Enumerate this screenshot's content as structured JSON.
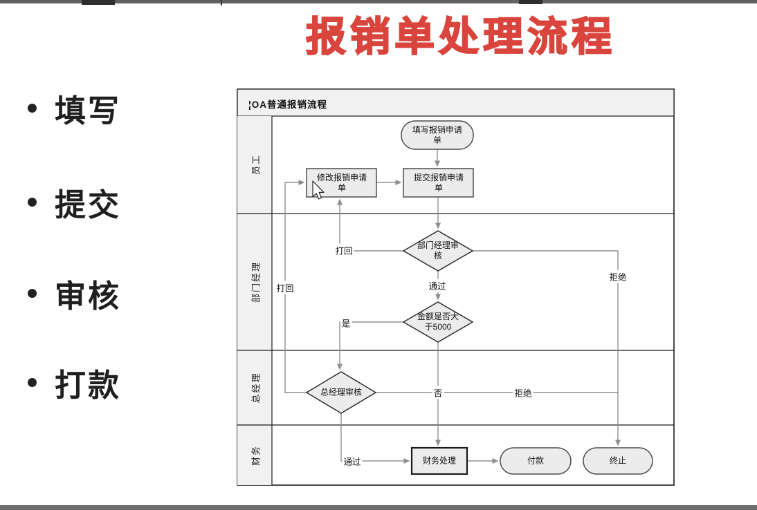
{
  "slide": {
    "title": "报销单处理流程",
    "bullets": [
      "填写",
      "提交",
      "审核",
      "打款"
    ]
  },
  "flowchart": {
    "header_prefix": "¦",
    "header": "OA普通报销流程",
    "lanes": [
      "员工",
      "部门经理",
      "总经理",
      "财务"
    ],
    "nodes": {
      "start": "填写报销申请单",
      "modify": "修改报销申请单",
      "submit": "提交报销申请单",
      "dept_review": "部门经理审核",
      "amount_check": "金额是否大于5000",
      "gm_review": "总经理审核",
      "finance_process": "财务处理",
      "pay": "付款",
      "terminate": "终止"
    },
    "edge_labels": {
      "dept_back": "打回",
      "gm_back": "打回",
      "dept_pass": "通过",
      "gm_pass": "通过",
      "yes": "是",
      "no": "否",
      "dept_reject": "拒绝",
      "gm_reject": "拒绝"
    }
  },
  "colors": {
    "title_red": "#d9453c",
    "shape_fill": "#ececec",
    "lane_fill": "#f1f1f1",
    "connector_gray": "#8f8f8f",
    "border_dark": "#1a1a1a",
    "chrome_strip": "#616161"
  }
}
